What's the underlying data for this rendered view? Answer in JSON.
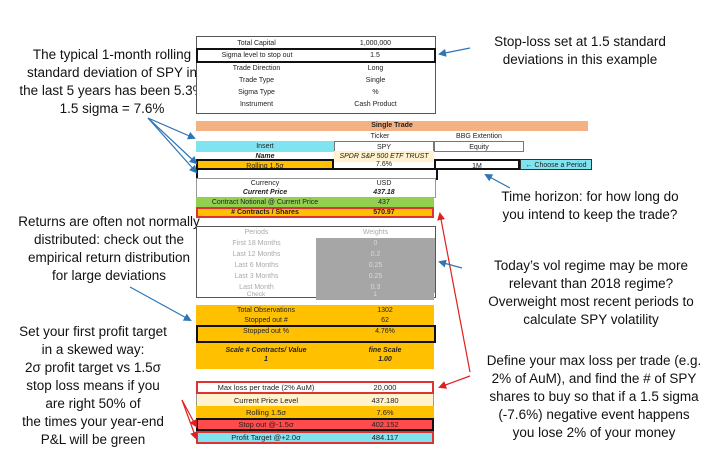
{
  "annotations": {
    "spy_sd": [
      "The typical 1-month rolling",
      "standard deviation of SPY in",
      "the last 5 years has been 5.3%",
      "1.5 sigma = 7.6%"
    ],
    "returns": [
      "Returns are often not normally",
      "distributed: check out the",
      "empirical return distribution",
      "for large deviations"
    ],
    "profit": [
      "Set your first profit target",
      "in a skewed way:",
      "2σ profit target vs 1.5σ",
      "stop loss means if you",
      "are right 50% of",
      "the times your year-end",
      "P&L will be green"
    ],
    "stoploss": [
      "Stop-loss set at 1.5 standard",
      "deviations in this example"
    ],
    "horizon": [
      "Time horizon: for how long do",
      "you intend to keep the trade?"
    ],
    "vol": [
      "Today’s vol regime may be more",
      "relevant than 2018 regime?",
      "Overweight most recent periods to",
      "calculate SPY volatility"
    ],
    "maxloss": [
      "Define your max loss per trade (e.g.",
      "2% of AuM), and find the # of SPY",
      "shares to buy so that if a 1.5 sigma",
      "(-7.6%) negative event happens",
      "you lose 2% of your money"
    ]
  },
  "params": {
    "total_capital_label": "Total Capital",
    "total_capital": "1,000,000",
    "sigma_label": "Sigma level to stop out",
    "sigma": "1.5",
    "direction_label": "Trade Direction",
    "direction": "Long",
    "trade_type_label": "Trade Type",
    "trade_type": "Single",
    "sigma_type_label": "Sigma Type",
    "sigma_type": "%",
    "instrument_label": "Instrument",
    "instrument": "Cash Product"
  },
  "single_trade": {
    "header": "Single Trade",
    "col_ticker": "Ticker",
    "col_bbg": "BBG Extention",
    "insert_label": "Insert",
    "ticker": "SPY",
    "bbg": "Equity",
    "name_label": "Name",
    "name": "SPDR S&P 500 ETF TRUST",
    "rolling_label": "Rolling 1.5σ",
    "rolling": "7.6%",
    "period": "1M",
    "period_hint": "← Choose a Period",
    "currency_label": "Currency",
    "currency": "USD",
    "price_label": "Current Price",
    "price": "437.18",
    "notional_label": "Contract Notional @ Current Price",
    "notional": "437",
    "contracts_label": "# Contracts / Shares",
    "contracts": "570.97"
  },
  "weights": {
    "col_periods": "Periods",
    "col_weights": "Weights",
    "rows": [
      {
        "period": "First 18 Months",
        "weight": "0"
      },
      {
        "period": "Last 12 Months",
        "weight": "0.2"
      },
      {
        "period": "Last 6 Months",
        "weight": "0.25"
      },
      {
        "period": "Last 3 Months",
        "weight": "0.25"
      },
      {
        "period": "Last Month",
        "weight": "0.3"
      },
      {
        "period": "Check",
        "weight": "1"
      }
    ]
  },
  "observations": {
    "total_label": "Total Observations",
    "total": "1302",
    "stopped_label": "Stopped out #",
    "stopped": "62",
    "stopped_pct_label": "Stopped out %",
    "stopped_pct": "4.76%",
    "scale_label": "Scale # Contracts/ Value",
    "scale_value": "1",
    "fine_label": "fine Scale",
    "fine_value": "1.00"
  },
  "summary": {
    "max_loss_label": "Max loss per trade (2% AuM)",
    "max_loss": "20,000",
    "current_price_label": "Current Price Level",
    "current_price": "437.180",
    "rolling_label": "Rolling 1.5σ",
    "rolling": "7.6%",
    "stop_label": "Stop out @-1.5σ",
    "stop": "402.152",
    "target_label": "Profit Target @+2.0σ",
    "target": "484.117"
  },
  "colors": {
    "salmon": "#f4b183",
    "cyan": "#7fe3f0",
    "yellow": "#ffc000",
    "green": "#92d050",
    "red": "#ff4b4b",
    "gray": "#a6a6a6",
    "arrow": "#2e75b6",
    "red_arrow": "#e02020"
  }
}
